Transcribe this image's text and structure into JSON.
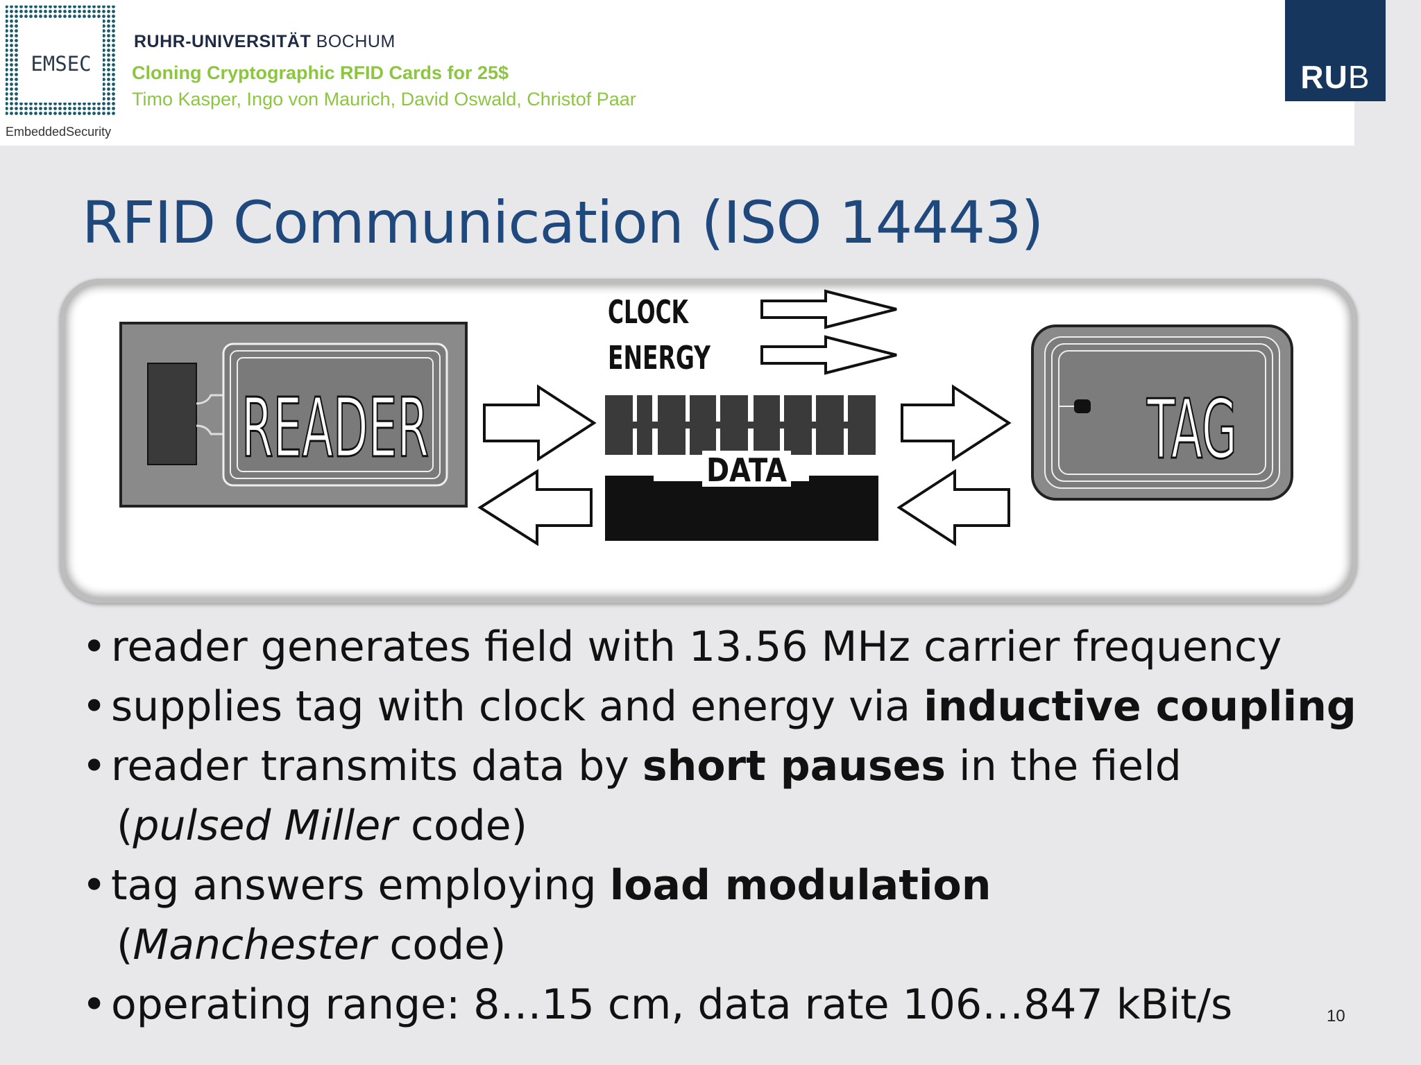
{
  "header": {
    "logo_text": "EMSEC",
    "logo_caption": "EmbeddedSecurity",
    "university_bold": "RUHR-UNIVERSITÄT",
    "university_regular": " BOCHUM",
    "talk_title": "Cloning Cryptographic RFID Cards for 25$",
    "authors": "Timo Kasper, Ingo von Maurich, David Oswald, Christof Paar",
    "rub_bold": "RU",
    "rub_regular": "B"
  },
  "slide": {
    "title": "RFID Communication (ISO 14443)",
    "page_number": "10"
  },
  "diagram": {
    "reader_label": "READER",
    "tag_label": "TAG",
    "clock_label": "CLOCK",
    "energy_label": "ENERGY",
    "data_label": "DATA"
  },
  "bullets": {
    "b1": "reader generates field with 13.56 MHz carrier frequency",
    "b2_pre": "supplies tag with clock and energy via ",
    "b2_bold": "inductive coupling",
    "b3_pre": "reader transmits data by ",
    "b3_bold": "short pauses",
    "b3_post": " in the field",
    "b3_cont_open": "(",
    "b3_cont_italic": "pulsed Miller",
    "b3_cont_post": " code)",
    "b4_pre": "tag answers employing ",
    "b4_bold": "load modulation",
    "b4_cont_open": "(",
    "b4_cont_italic": "Manchester",
    "b4_cont_post": " code)",
    "b5": "operating range: 8…15 cm,  data rate 106…847 kBit/s"
  }
}
